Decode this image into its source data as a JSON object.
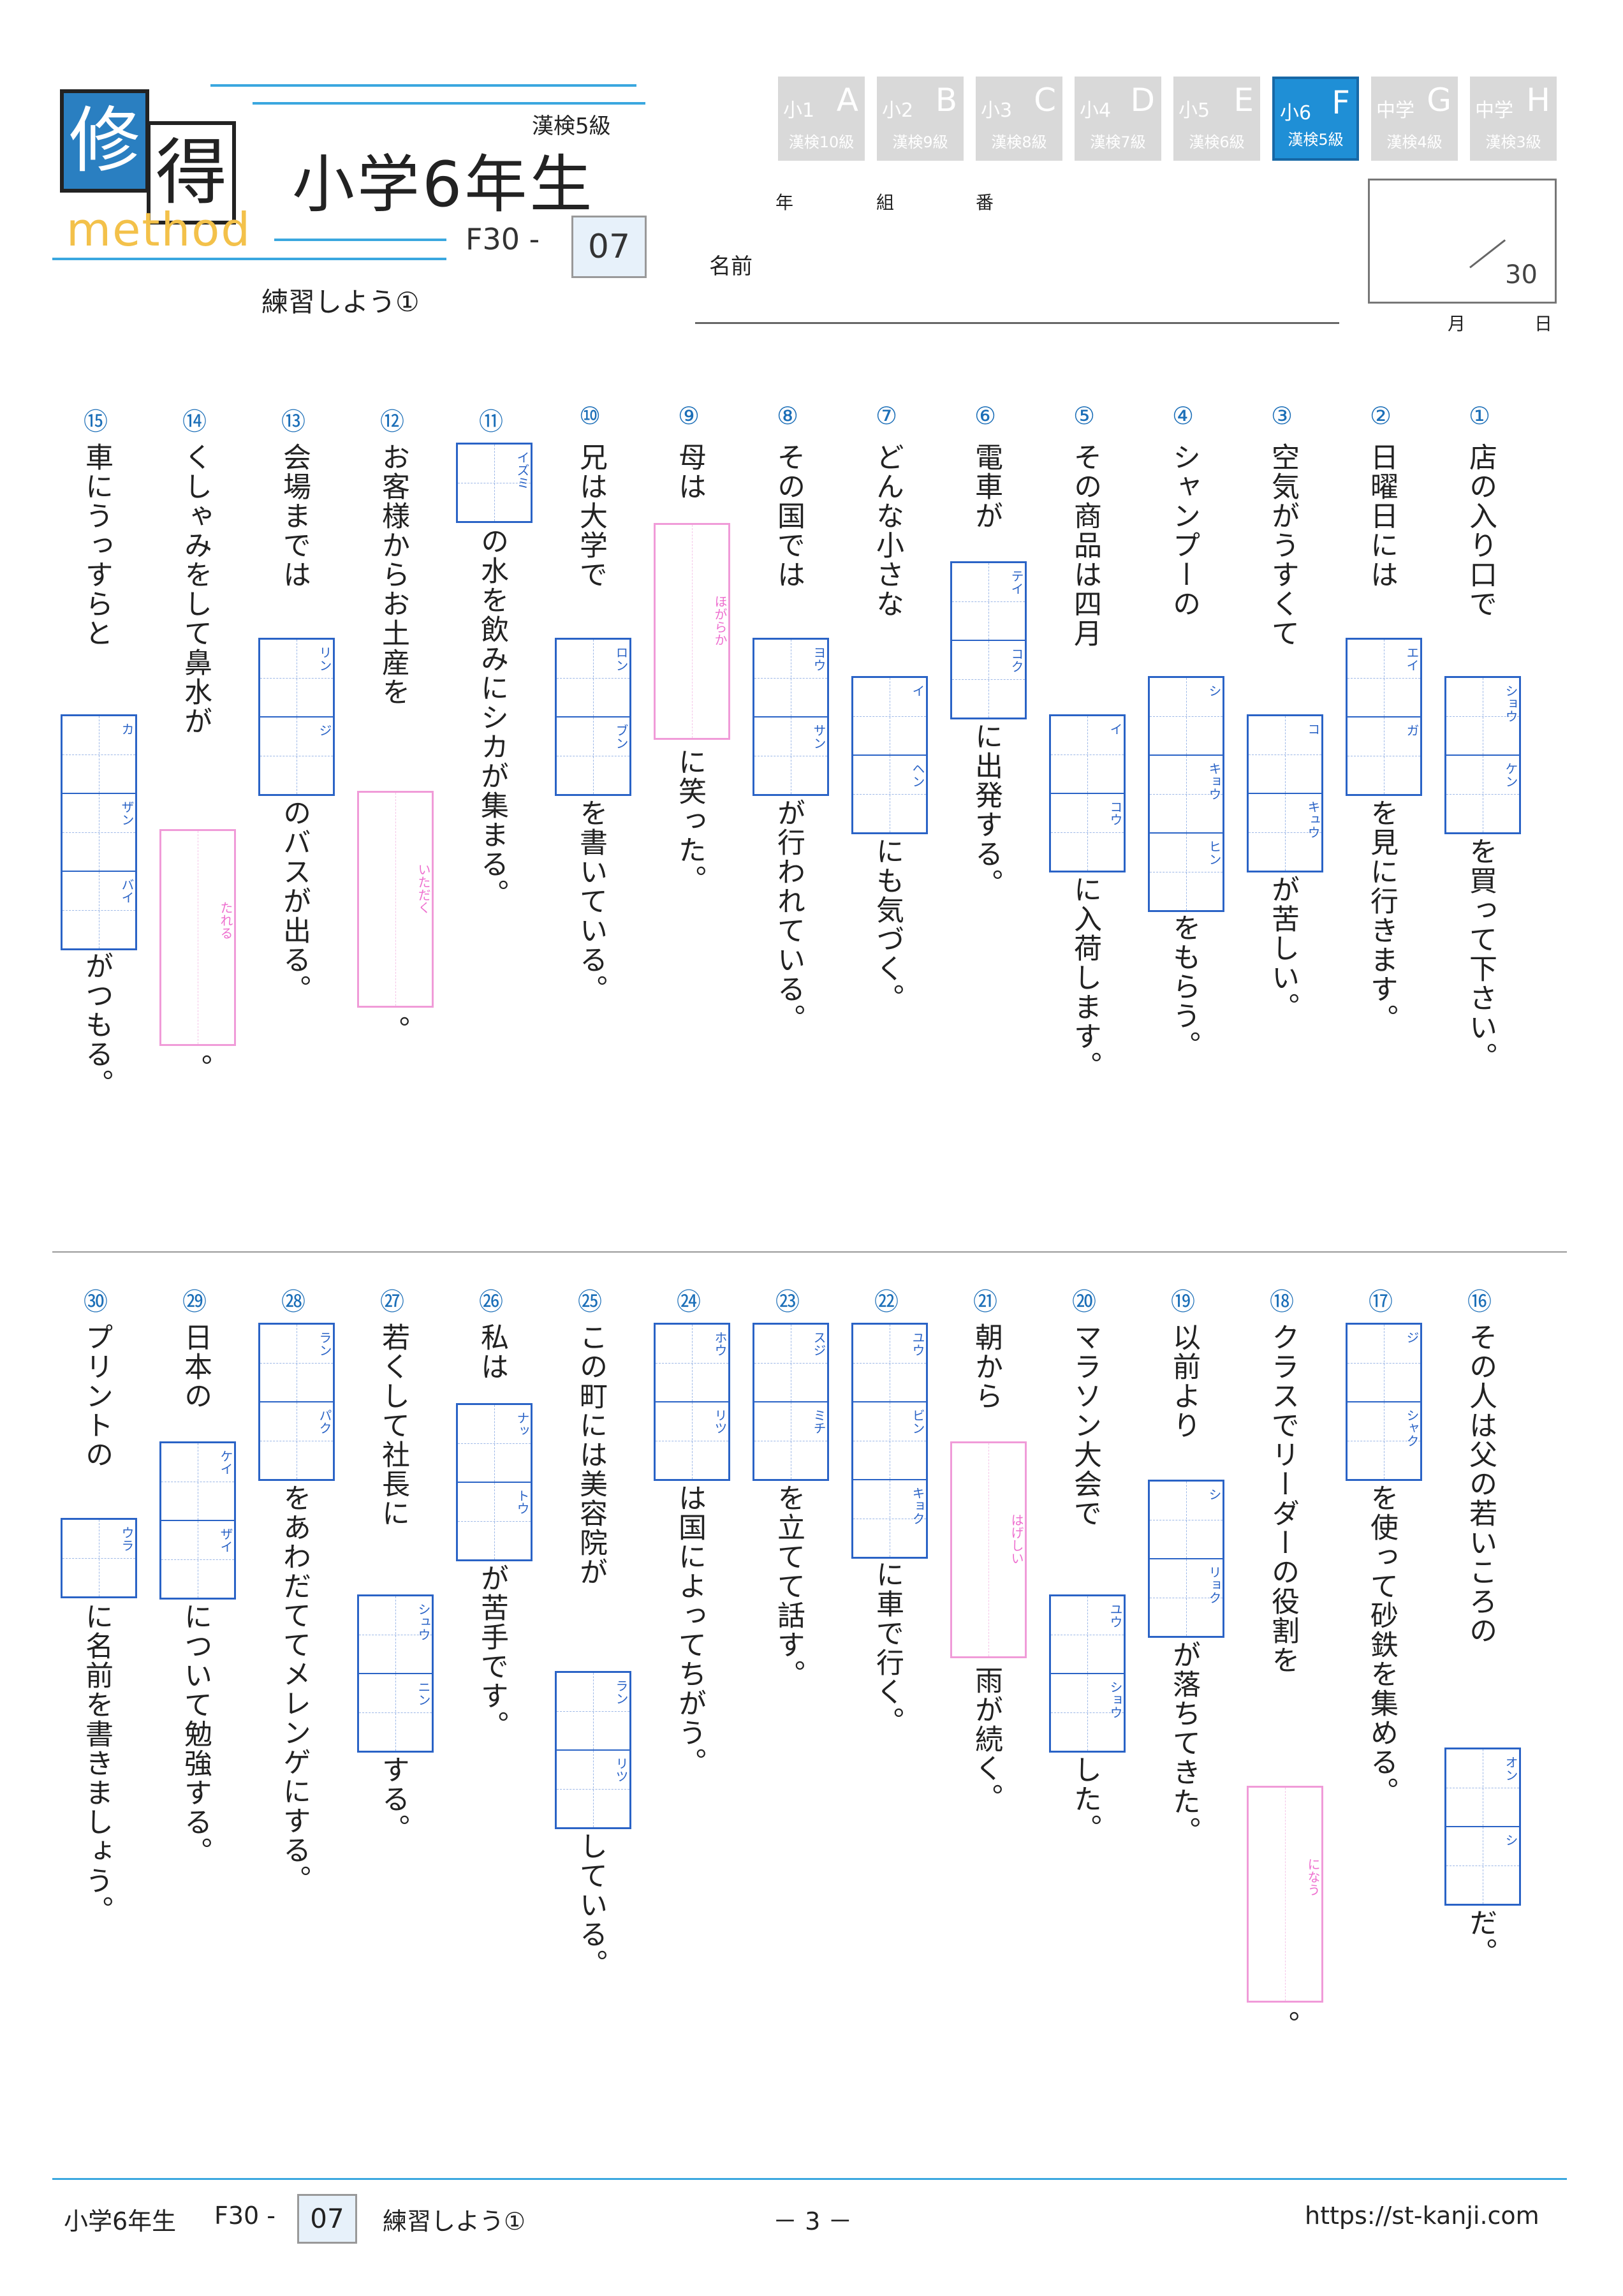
{
  "header": {
    "logo_char_1": "修",
    "logo_char_2": "得",
    "logo_word": "method",
    "level": "漢検5級",
    "title": "小学6年生",
    "code": "F30 -",
    "number": "07",
    "subtitle": "練習しよう①"
  },
  "grade_tabs": [
    {
      "grade": "小1",
      "letter": "A",
      "kanken": "漢検10級",
      "active": false
    },
    {
      "grade": "小2",
      "letter": "B",
      "kanken": "漢検9級",
      "active": false
    },
    {
      "grade": "小3",
      "letter": "C",
      "kanken": "漢検8級",
      "active": false
    },
    {
      "grade": "小4",
      "letter": "D",
      "kanken": "漢検7級",
      "active": false
    },
    {
      "grade": "小5",
      "letter": "E",
      "kanken": "漢検6級",
      "active": false
    },
    {
      "grade": "小6",
      "letter": "F",
      "kanken": "漢検5級",
      "active": true
    },
    {
      "grade": "中学",
      "letter": "G",
      "kanken": "漢検4級",
      "active": false
    },
    {
      "grade": "中学",
      "letter": "H",
      "kanken": "漢検3級",
      "active": false
    }
  ],
  "student": {
    "year": "年",
    "class": "組",
    "number": "番",
    "name": "名前",
    "month": "月",
    "day": "日",
    "score": "30"
  },
  "questions": [
    {
      "num": "①",
      "parts": [
        {
          "t": "店の入り口で"
        },
        {
          "box": "kanji",
          "readings": [
            "ショウ",
            "ケン"
          ]
        },
        {
          "t": "を買って下さい。"
        }
      ]
    },
    {
      "num": "②",
      "parts": [
        {
          "t": "日曜日には"
        },
        {
          "box": "kanji",
          "readings": [
            "エイ",
            "ガ"
          ]
        },
        {
          "t": "を見に行きます。"
        }
      ]
    },
    {
      "num": "③",
      "parts": [
        {
          "t": "空気がうすくて"
        },
        {
          "box": "kanji",
          "readings": [
            "コ",
            "キュウ"
          ]
        },
        {
          "t": "が苦しい。"
        }
      ]
    },
    {
      "num": "④",
      "parts": [
        {
          "t": "シャンプーの"
        },
        {
          "box": "kanji",
          "readings": [
            "シ",
            "キョウ",
            "ヒン"
          ]
        },
        {
          "t": "をもらう。"
        }
      ]
    },
    {
      "num": "⑤",
      "parts": [
        {
          "t": "その商品は四月"
        },
        {
          "box": "kanji",
          "readings": [
            "イ",
            "コウ"
          ]
        },
        {
          "t": "に入荷します。"
        }
      ]
    },
    {
      "num": "⑥",
      "parts": [
        {
          "t": "電車が"
        },
        {
          "box": "kanji",
          "readings": [
            "テイ",
            "コク"
          ]
        },
        {
          "t": "に出発する。"
        }
      ]
    },
    {
      "num": "⑦",
      "parts": [
        {
          "t": "どんな小さな"
        },
        {
          "box": "kanji",
          "readings": [
            "イ",
            "ヘン"
          ]
        },
        {
          "t": "にも気づく。"
        }
      ]
    },
    {
      "num": "⑧",
      "parts": [
        {
          "t": "その国では"
        },
        {
          "box": "kanji",
          "readings": [
            "ヨウ",
            "サン"
          ]
        },
        {
          "t": "が行われている。"
        }
      ]
    },
    {
      "num": "⑨",
      "parts": [
        {
          "t": "母は"
        },
        {
          "box": "okuri",
          "reading": "ほがらか"
        },
        {
          "t": "に笑った。"
        }
      ]
    },
    {
      "num": "⑩",
      "parts": [
        {
          "t": "兄は大学で"
        },
        {
          "box": "kanji",
          "readings": [
            "ロン",
            "ブン"
          ]
        },
        {
          "t": "を書いている。"
        }
      ]
    },
    {
      "num": "⑪",
      "parts": [
        {
          "box": "kanji",
          "readings": [
            "イズミ"
          ]
        },
        {
          "t": "の水を飲みにシカが集まる。"
        }
      ]
    },
    {
      "num": "⑫",
      "parts": [
        {
          "t": "お客様からお土産を"
        },
        {
          "box": "okuri",
          "reading": "いただく"
        },
        {
          "t": "。"
        }
      ]
    },
    {
      "num": "⑬",
      "parts": [
        {
          "t": "会場までは"
        },
        {
          "box": "kanji",
          "readings": [
            "リン",
            "ジ"
          ]
        },
        {
          "t": "のバスが出る。"
        }
      ]
    },
    {
      "num": "⑭",
      "parts": [
        {
          "t": "くしゃみをして鼻水が"
        },
        {
          "box": "okuri",
          "reading": "たれる"
        },
        {
          "t": "。"
        }
      ]
    },
    {
      "num": "⑮",
      "parts": [
        {
          "t": "車にうっすらと"
        },
        {
          "box": "kanji",
          "readings": [
            "カ",
            "ザン",
            "バイ"
          ]
        },
        {
          "t": "がつもる。"
        }
      ]
    },
    {
      "num": "⑯",
      "parts": [
        {
          "t": "その人は父の若いころの"
        },
        {
          "box": "kanji",
          "readings": [
            "オン",
            "シ"
          ]
        },
        {
          "t": "だ。"
        }
      ]
    },
    {
      "num": "⑰",
      "parts": [
        {
          "box": "kanji",
          "readings": [
            "ジ",
            "シャク"
          ]
        },
        {
          "t": "を使って砂鉄を集める。"
        }
      ]
    },
    {
      "num": "⑱",
      "parts": [
        {
          "t": "クラスでリーダーの役割を"
        },
        {
          "box": "okuri",
          "reading": "になう"
        },
        {
          "t": "。"
        }
      ]
    },
    {
      "num": "⑲",
      "parts": [
        {
          "t": "以前より"
        },
        {
          "box": "kanji",
          "readings": [
            "シ",
            "リョク"
          ]
        },
        {
          "t": "が落ちてきた。"
        }
      ]
    },
    {
      "num": "⑳",
      "parts": [
        {
          "t": "マラソン大会で"
        },
        {
          "box": "kanji",
          "readings": [
            "ユウ",
            "ショウ"
          ]
        },
        {
          "t": "した。"
        }
      ]
    },
    {
      "num": "㉑",
      "parts": [
        {
          "t": "朝から"
        },
        {
          "box": "okuri",
          "reading": "はげしい"
        },
        {
          "t": "雨が続く。"
        }
      ]
    },
    {
      "num": "㉒",
      "parts": [
        {
          "box": "kanji",
          "readings": [
            "ユウ",
            "ビン",
            "キョク"
          ]
        },
        {
          "t": "に車で行く。"
        }
      ]
    },
    {
      "num": "㉓",
      "parts": [
        {
          "box": "kanji",
          "readings": [
            "スジ",
            "ミチ"
          ]
        },
        {
          "t": "を立てて話す。"
        }
      ]
    },
    {
      "num": "㉔",
      "parts": [
        {
          "box": "kanji",
          "readings": [
            "ホウ",
            "リツ"
          ]
        },
        {
          "t": "は国によってちがう。"
        }
      ]
    },
    {
      "num": "㉕",
      "parts": [
        {
          "t": "この町には美容院が"
        },
        {
          "box": "kanji",
          "readings": [
            "ラン",
            "リツ"
          ]
        },
        {
          "t": "している。"
        }
      ]
    },
    {
      "num": "㉖",
      "parts": [
        {
          "t": "私は"
        },
        {
          "box": "kanji",
          "readings": [
            "ナッ",
            "トウ"
          ]
        },
        {
          "t": "が苦手です。"
        }
      ]
    },
    {
      "num": "㉗",
      "parts": [
        {
          "t": "若くして社長に"
        },
        {
          "box": "kanji",
          "readings": [
            "シュウ",
            "ニン"
          ]
        },
        {
          "t": "する。"
        }
      ]
    },
    {
      "num": "㉘",
      "parts": [
        {
          "box": "kanji",
          "readings": [
            "ラン",
            "パク"
          ]
        },
        {
          "t": "をあわだててメレンゲにする。"
        }
      ]
    },
    {
      "num": "㉙",
      "parts": [
        {
          "t": "日本の"
        },
        {
          "box": "kanji",
          "readings": [
            "ケイ",
            "ザイ"
          ]
        },
        {
          "t": "について勉強する。"
        }
      ]
    },
    {
      "num": "㉚",
      "parts": [
        {
          "t": "プリントの"
        },
        {
          "box": "kanji",
          "readings": [
            "ウラ"
          ]
        },
        {
          "t": "に名前を書きましょう。"
        }
      ]
    }
  ],
  "footer": {
    "title": "小学6年生",
    "code": "F30 -",
    "number": "07",
    "subtitle": "練習しよう①",
    "page": "－ 3 －",
    "url": "https://st-kanji.com"
  }
}
